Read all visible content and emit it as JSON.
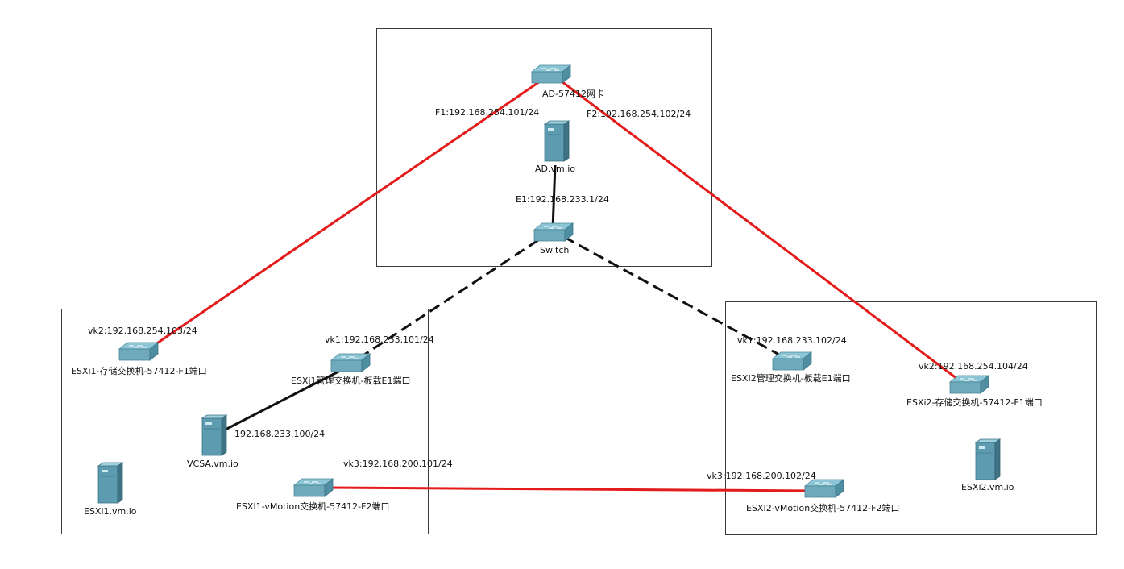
{
  "colors": {
    "storage_link": "#e41b1b",
    "mgmt_link": "#111111",
    "switch_top": "#8cc6d6",
    "switch_side": "#4f8fa3",
    "switch_front": "#6fa9bc",
    "server_front": "#5d9bb0",
    "server_side": "#3f7385"
  },
  "nodes": {
    "ad_nic": {
      "label": "AD-57412网卡",
      "icon": "switch-icon"
    },
    "ad_server": {
      "label": "AD.vm.io",
      "icon": "server-icon"
    },
    "core_switch": {
      "label": "Switch",
      "icon": "switch-icon"
    },
    "esxi1_storage": {
      "label": "ESXi1-存储交换机-57412-F1端口",
      "icon": "switch-icon"
    },
    "esxi1_mgmt": {
      "label": "ESXi1管理交换机-板载E1端口",
      "icon": "switch-icon"
    },
    "vcsa": {
      "label": "VCSA.vm.io",
      "icon": "server-icon"
    },
    "esxi1_host": {
      "label": "ESXi1.vm.io",
      "icon": "server-icon"
    },
    "esxi1_vmotion": {
      "label": "ESXI1-vMotion交换机-57412-F2端口",
      "icon": "switch-icon"
    },
    "esxi2_mgmt": {
      "label": "ESXI2管理交换机-板载E1端口",
      "icon": "switch-icon"
    },
    "esxi2_storage": {
      "label": "ESXi2-存储交换机-57412-F1端口",
      "icon": "switch-icon"
    },
    "esxi2_host": {
      "label": "ESXi2.vm.io",
      "icon": "server-icon"
    },
    "esxi2_vmotion": {
      "label": "ESXI2-vMotion交换机-57412-F2端口",
      "icon": "switch-icon"
    }
  },
  "link_labels": {
    "f1": "F1:192.168.254.101/24",
    "f2": "F2:192.168.254.102/24",
    "e1": "E1:192.168.233.1/24",
    "esxi1_vk2": "vk2:192.168.254.103/24",
    "esxi1_vk1": "vk1:192.168.233.101/24",
    "vcsa_ip": "192.168.233.100/24",
    "esxi1_vk3": "vk3:192.168.200.101/24",
    "esxi2_vk1": "vk1:192.168.233.102/24",
    "esxi2_vk2": "vk2:192.168.254.104/24",
    "esxi2_vk3": "vk3:192.168.200.102/24"
  }
}
